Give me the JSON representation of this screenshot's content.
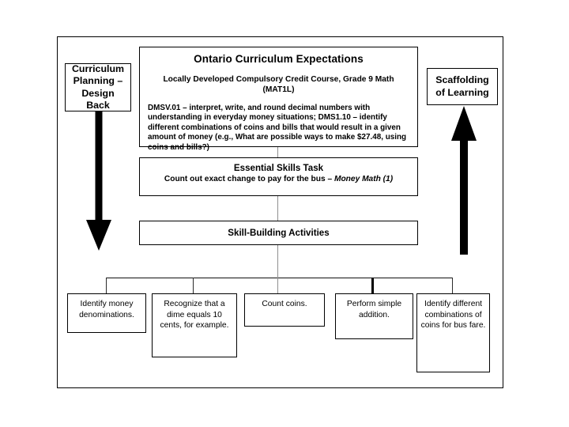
{
  "diagram": {
    "title_text": "Ontario Curriculum Expectations",
    "curriculum": {
      "heading": "Ontario Curriculum Expectations",
      "course_line": "Locally Developed Compulsory Credit Course, Grade 9 Math (MAT1L)",
      "expectations": "DMSV.01 – interpret, write, and round decimal numbers with understanding in everyday money situations; DMS1.10 – identify different combinations of coins and bills that would result in a given amount of money (e.g., What are possible ways to make $27.48, using coins and bills?)"
    },
    "task": {
      "heading": "Essential Skills Task",
      "description_plain": "Count out exact change to pay for the bus – ",
      "description_italic": "Money Math (1)"
    },
    "skills": {
      "heading": "Skill-Building Activities"
    },
    "left_label": {
      "line1": "Curriculum",
      "line2": "Planning –",
      "line3": "Design",
      "line4": "Back"
    },
    "right_label": {
      "line1": "Scaffolding",
      "line2": "of Learning"
    },
    "activities": [
      {
        "id": "identify-money-denominations",
        "text": "Identify money denominations."
      },
      {
        "id": "dime-equals-ten-cents",
        "text": "Recognize that a dime equals 10 cents, for example."
      },
      {
        "id": "count-coins",
        "text": "Count coins."
      },
      {
        "id": "perform-simple-addition",
        "text": "Perform simple addition."
      },
      {
        "id": "coin-combinations-bus-fare",
        "text": "Identify different combinations of coins for bus fare."
      }
    ],
    "arrows": {
      "left_arrow_name": "down-arrow",
      "left_arrow_direction": "down",
      "right_arrow_name": "up-arrow",
      "right_arrow_direction": "up"
    },
    "colors": {
      "background": "#ffffff",
      "stroke": "#000000",
      "connector": "#8f8f8f",
      "text": "#000000"
    }
  }
}
